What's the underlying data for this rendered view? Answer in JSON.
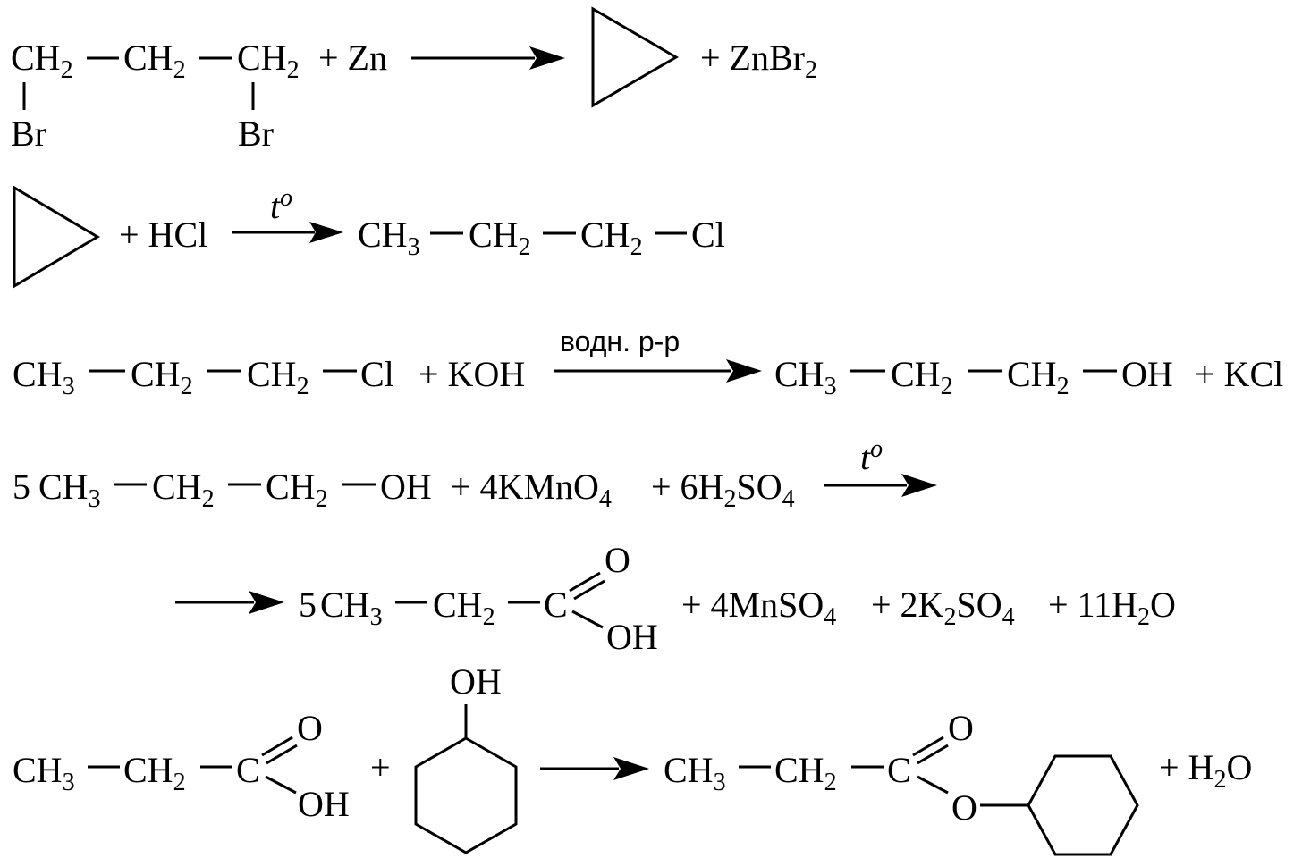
{
  "reactions": [
    {
      "reactant": {
        "ch2": "CH",
        "two": "2",
        "br": "Br"
      },
      "reagent": "+ Zn",
      "byproduct": {
        "main": "+ ZnBr",
        "sub": "2"
      }
    },
    {
      "reagent": "+ HCl",
      "condition": {
        "t": "t",
        "deg": "o"
      },
      "product": {
        "ch": "CH",
        "three": "3",
        "two": "2",
        "cl": "Cl"
      }
    },
    {
      "reactant": {
        "ch": "CH",
        "three": "3",
        "two": "2",
        "cl": "Cl"
      },
      "reagent": "+ KOH",
      "condition": "водн. р-р",
      "product": {
        "ch": "CH",
        "three": "3",
        "two": "2",
        "oh": "OH"
      },
      "byproduct": "+ KCl"
    },
    {
      "coef": "5",
      "reactant": {
        "ch": "CH",
        "three": "3",
        "two": "2",
        "oh": "OH"
      },
      "reagent1": {
        "pre": "+ 4KMnO",
        "sub": "4"
      },
      "reagent2": {
        "pre": "+ 6H",
        "sub1": "2",
        "mid": "SO",
        "sub2": "4"
      },
      "condition": {
        "t": "t",
        "deg": "o"
      }
    },
    {
      "coef": "5",
      "product": {
        "ch": "CH",
        "three": "3",
        "two": "2",
        "c": "C",
        "o": "O",
        "oh": "OH"
      },
      "byproducts": [
        {
          "pre": "+ 4MnSO",
          "sub": "4"
        },
        {
          "pre": "+ 2K",
          "sub1": "2",
          "mid": "SO",
          "sub2": "4"
        },
        {
          "pre": "+ 11H",
          "sub": "2",
          "post": "O"
        }
      ]
    },
    {
      "acid": {
        "ch": "CH",
        "three": "3",
        "two": "2",
        "c": "C",
        "o": "O",
        "oh": "OH"
      },
      "plus": "+",
      "alcohol": {
        "oh": "OH"
      },
      "ester": {
        "ch": "CH",
        "three": "3",
        "two": "2",
        "c": "C",
        "o": "O",
        "o2": "O"
      },
      "byproduct": {
        "pre": "+ H",
        "sub": "2",
        "post": "O"
      }
    }
  ]
}
